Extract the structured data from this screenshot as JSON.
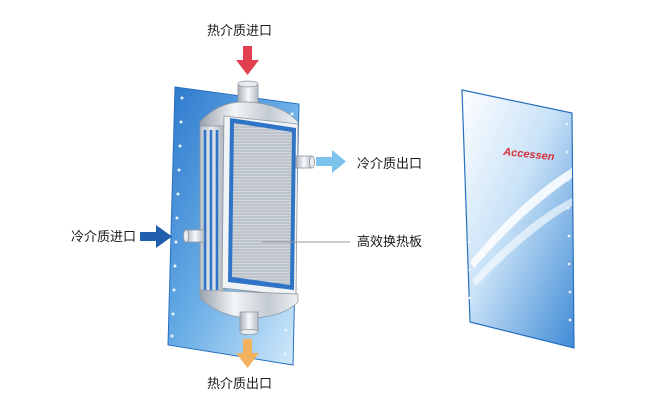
{
  "labels": {
    "hot_inlet": "热介质进口",
    "hot_outlet": "热介质出口",
    "cold_inlet": "冷介质进口",
    "cold_outlet": "冷介质出口",
    "plate": "高效换热板"
  },
  "brand": "Accessen",
  "colors": {
    "hot_inlet_arrow": "#e0404f",
    "hot_outlet_arrow": "#f3b15d",
    "cold_inlet_arrow": "#1f5fae",
    "cold_outlet_arrow": "#7cc3ec",
    "plate_blue": "#3a85d2",
    "brand_red": "#d8323c"
  }
}
